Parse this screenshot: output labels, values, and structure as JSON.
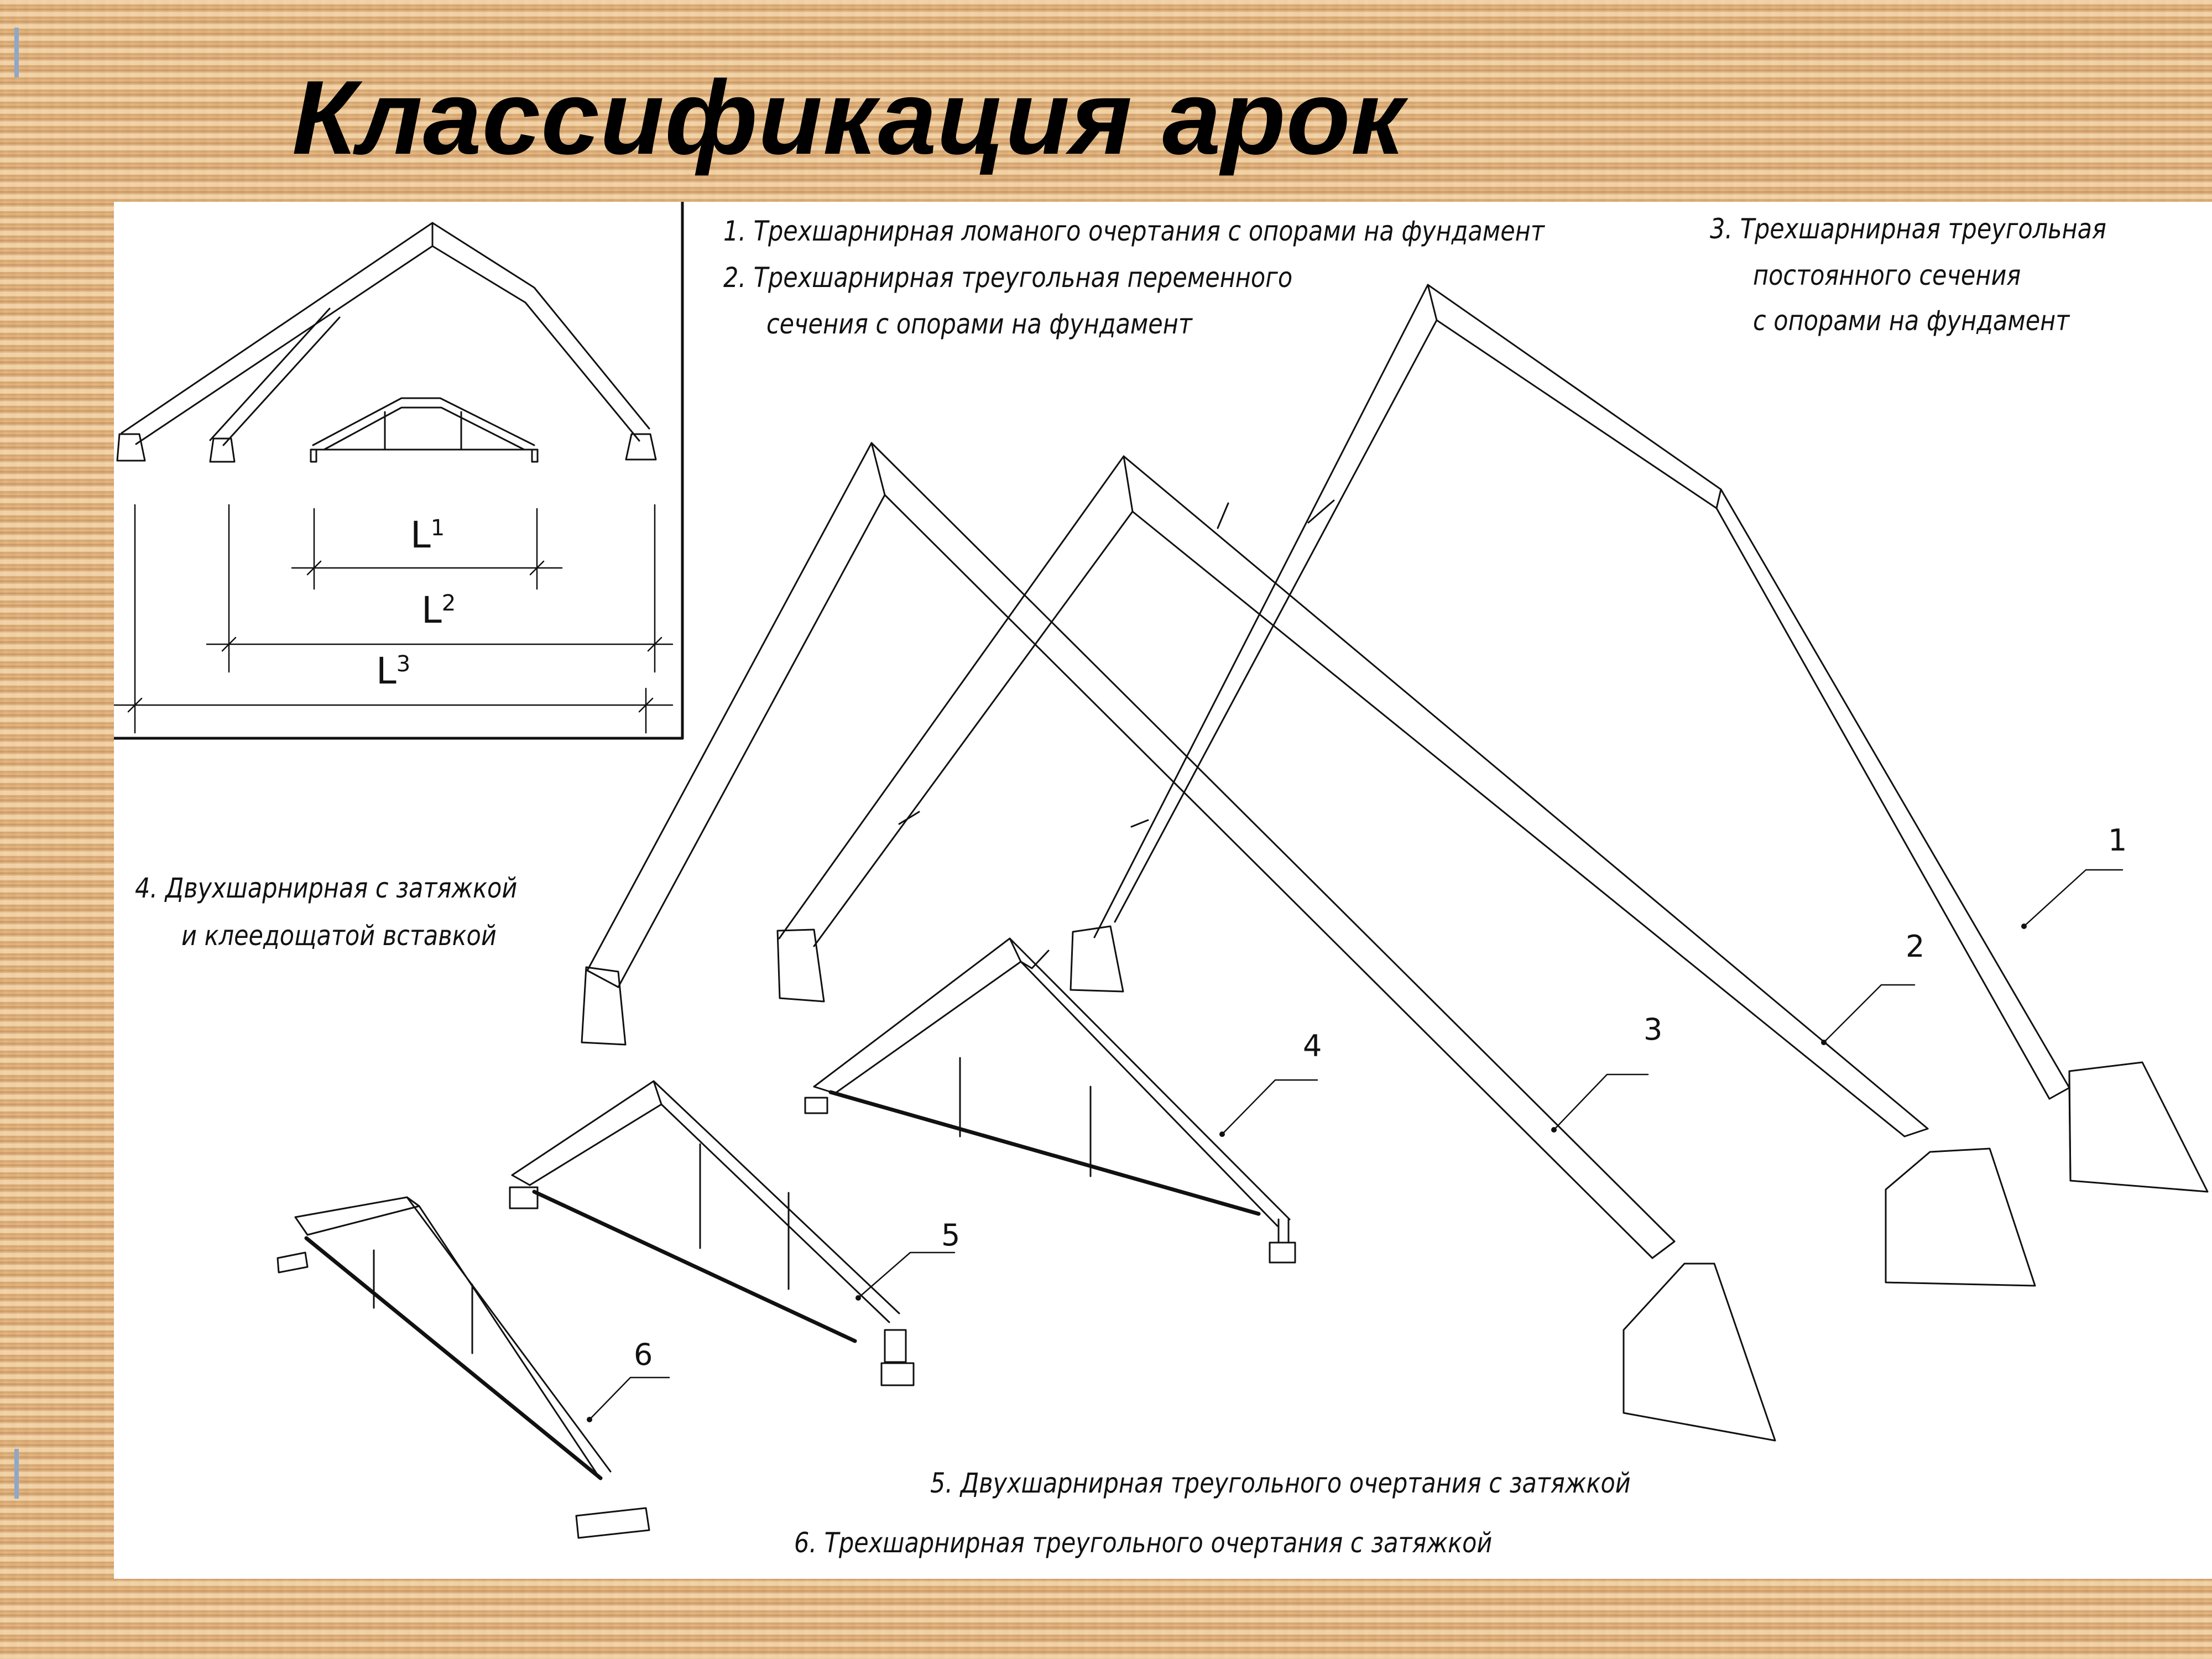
{
  "title": "Классификация арок",
  "captions": {
    "c1": "1. Трехшарнирная ломаного очертания с опорами на фундамент",
    "c2_line1": "2. Трехшарнирная треугольная переменного",
    "c2_line2": "сечения с опорами на фундамент",
    "c3_line1": "3. Трехшарнирная треугольная",
    "c3_line2": "постоянного сечения",
    "c3_line3": "с опорами на фундамент",
    "c4_line1": "4. Двухшарнирная с затяжкой",
    "c4_line2": "и клеедощатой вставкой",
    "c5": "5. Двухшарнирная треугольного очертания с затяжкой",
    "c6": "6. Трехшарнирная треугольного очертания с затяжкой"
  },
  "dimensions": {
    "l1": {
      "letter": "L",
      "index": "1"
    },
    "l2": {
      "letter": "L",
      "index": "2"
    },
    "l3": {
      "letter": "L",
      "index": "3"
    }
  },
  "leaders": [
    "1",
    "2",
    "3",
    "4",
    "5",
    "6"
  ]
}
